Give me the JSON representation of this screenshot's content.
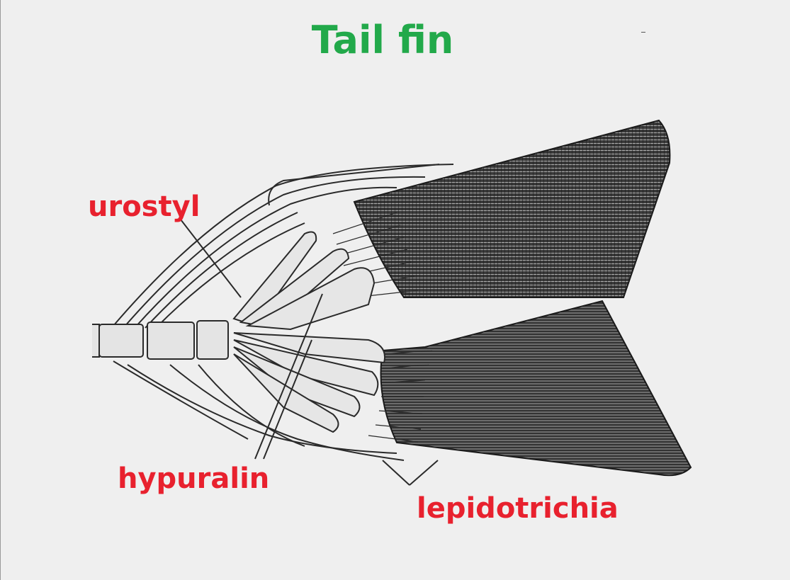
{
  "title": "Tail fin",
  "labels": {
    "urostyl": "urostyl",
    "hypuralin": "hypuralin",
    "lepidotrichia": "lepidotrichia"
  },
  "colors": {
    "title": "#22a94a",
    "label": "#e8212e",
    "ink": "#2a2a2a",
    "background": "#efefef",
    "bone_fill": "#e6e6e6"
  }
}
